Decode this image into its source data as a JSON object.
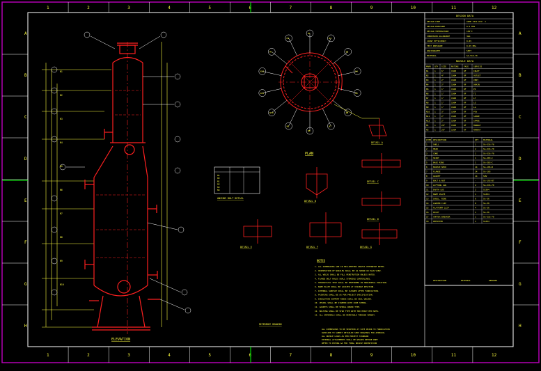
{
  "colors": {
    "background": "#000000",
    "border": "#b400b4",
    "frame": "#ffffff",
    "vessel": "#ff2020",
    "dimension": "#ffff40",
    "gridline": "#00ff00",
    "table_text": "#ffff40",
    "highlight": "#ffe000"
  },
  "grid": {
    "columns": [
      "1",
      "2",
      "3",
      "4",
      "5",
      "6",
      "7",
      "8",
      "9",
      "10",
      "11",
      "12"
    ],
    "rows": [
      "A",
      "B",
      "C",
      "D",
      "E",
      "F",
      "G",
      "H"
    ]
  },
  "panel": {
    "design_data_title": "DESIGN DATA",
    "nozzle_title": "NOZZLE DATA",
    "design_rows": [
      [
        "DESIGN CODE",
        "ASME VIII DIV. 1"
      ],
      [
        "DESIGN PRESSURE",
        "0.5 MPa"
      ],
      [
        "DESIGN TEMPERATURE",
        "150°C"
      ],
      [
        "CORROSION ALLOWANCE",
        "3mm"
      ],
      [
        "JOINT EFFICIENCY",
        "0.85"
      ],
      [
        "TEST PRESSURE",
        "0.65 MPa"
      ],
      [
        "RADIOGRAPHY",
        "SPOT"
      ],
      [
        "MATERIAL",
        "SA-516-70"
      ]
    ],
    "nozzle_header": [
      "MARK",
      "QTY",
      "SIZE",
      "RATING",
      "FACE",
      "SERVICE"
    ],
    "nozzles": [
      [
        "N1",
        "1",
        "6\"",
        "150#",
        "RF",
        "INLET"
      ],
      [
        "N2",
        "1",
        "4\"",
        "150#",
        "RF",
        "OUTLET"
      ],
      [
        "N3",
        "1",
        "2\"",
        "150#",
        "RF",
        "VENT"
      ],
      [
        "N4",
        "1",
        "2\"",
        "150#",
        "RF",
        "DRAIN"
      ],
      [
        "N5",
        "1",
        "1\"",
        "150#",
        "RF",
        "PI"
      ],
      [
        "N6",
        "1",
        "1\"",
        "150#",
        "RF",
        "TI"
      ],
      [
        "N7",
        "1",
        "1\"",
        "150#",
        "RF",
        "LT"
      ],
      [
        "N8",
        "1",
        "1\"",
        "150#",
        "RF",
        "LG"
      ],
      [
        "N9",
        "1",
        "1\"",
        "150#",
        "RF",
        "LG"
      ],
      [
        "N10",
        "1",
        "3\"",
        "150#",
        "RF",
        "PSV"
      ],
      [
        "N11",
        "1",
        "2\"",
        "150#",
        "RF",
        "SPARE"
      ],
      [
        "N12",
        "1",
        "2\"",
        "150#",
        "RF",
        "SPARE"
      ],
      [
        "M1",
        "1",
        "20\"",
        "150#",
        "RF",
        "MANWAY"
      ],
      [
        "M2",
        "1",
        "20\"",
        "150#",
        "RF",
        "MANWAY"
      ]
    ],
    "bom_header": [
      "ITEM",
      "DESCRIPTION",
      "QTY",
      "MATERIAL"
    ],
    "bom": [
      [
        "1",
        "SHELL",
        "1",
        "SA-516-70"
      ],
      [
        "2",
        "HEAD",
        "2",
        "SA-516-70"
      ],
      [
        "3",
        "CONE",
        "1",
        "SA-516-70"
      ],
      [
        "4",
        "SKIRT",
        "1",
        "SA-283-C"
      ],
      [
        "5",
        "BASE RING",
        "1",
        "SA-283-C"
      ],
      [
        "6",
        "NOZZLE NECK",
        "14",
        "SA-106-B"
      ],
      [
        "7",
        "FLANGE",
        "14",
        "SA-105"
      ],
      [
        "8",
        "GASKET",
        "14",
        "SPW"
      ],
      [
        "9",
        "BOLT & NUT",
        "-",
        "SA-193-B7"
      ],
      [
        "10",
        "LIFTING LUG",
        "2",
        "SA-516-70"
      ],
      [
        "11",
        "EARTH LUG",
        "2",
        "SS304"
      ],
      [
        "12",
        "NAME PLATE",
        "1",
        "SS304"
      ],
      [
        "13",
        "INSUL. RING",
        "6",
        "SA-36"
      ],
      [
        "14",
        "LADDER CLIP",
        "8",
        "SA-36"
      ],
      [
        "15",
        "PLATFORM CLIP",
        "4",
        "SA-36"
      ],
      [
        "16",
        "DAVIT",
        "1",
        "SA-36"
      ],
      [
        "17",
        "VORTEX BREAKER",
        "1",
        "SA-516-70"
      ],
      [
        "18",
        "DEMISTER",
        "1",
        "SS304"
      ]
    ],
    "footer": [
      "DESCRIPTION",
      "MATERIAL",
      "REMARKS"
    ]
  },
  "views": {
    "elevation": "ELEVATION",
    "plan": "PLAN",
    "anchor_bolt": "ANCHOR BOLT DETAIL",
    "detail_a": "DETAIL A",
    "detail_b": "DETAIL B",
    "detail_c": "DETAIL C",
    "detail_d": "DETAIL D",
    "detail_e": "DETAIL E",
    "detail_f": "DETAIL F",
    "detail_g": "DETAIL G",
    "notes_title": "NOTES",
    "ref_title": "REFERENCE DRAWING"
  },
  "notes": [
    "1. ALL DIMENSIONS ARE IN MILLIMETERS UNLESS OTHERWISE NOTED.",
    "2. ORIENTATION OF NOZZLES SHALL BE AS SHOWN IN PLAN VIEW.",
    "3. ALL WELDS SHALL BE FULL PENETRATION UNLESS NOTED.",
    "4. FLANGE BOLT HOLES SHALL STRADDLE CENTERLINES.",
    "5. HYDROSTATIC TEST SHALL BE PERFORMED IN HORIZONTAL POSITION.",
    "6. NAME PLATE SHALL BE LOCATED AT VISIBLE POSITION.",
    "7. INTERNAL SURFACE SHALL BE CLEANED AFTER FABRICATION.",
    "8. PAINTING SHALL BE AS PER PROJECT SPECIFICATION.",
    "9. INSULATION SUPPORT RINGS SHALL BE SEAL WELDED.",
    "10. VESSEL SHALL BE STAMPED WITH CODE SYMBOL.",
    "11. GASKETS SHALL BE SPIRAL WOUND TYPE.",
    "12. BOLTING SHALL BE STUD TYPE WITH TWO HEAVY HEX NUTS.",
    "13. ALL INTERNALS SHALL BE REMOVABLE THROUGH MANWAY."
  ],
  "bottom_notes": [
    "ALL DIMENSIONS TO BE VERIFIED AT SITE PRIOR TO FABRICATION",
    "SUPPLIER TO SUBMIT DETAILED SHOP DRAWINGS FOR APPROVAL",
    "ALL NOZZLE LOADS AS PER PROJECT STANDARD",
    "EXTERNAL ATTACHMENTS SHALL BE WELDED BEFORE PWHT",
    "REFER TO PIPING GA FOR FINAL NOZZLE ORIENTATION"
  ]
}
